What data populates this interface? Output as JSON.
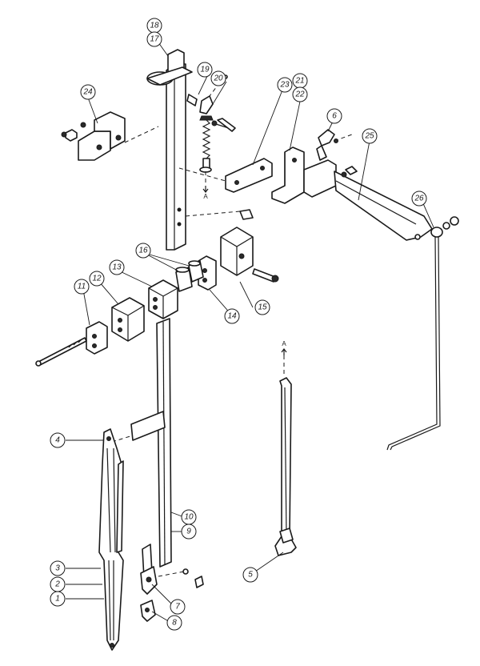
{
  "diagram": {
    "part_numbers": [
      "1",
      "2",
      "3",
      "4",
      "5",
      "6",
      "7",
      "8",
      "9",
      "10",
      "11",
      "12",
      "13",
      "14",
      "15",
      "16",
      "17",
      "18",
      "19",
      "20",
      "21",
      "22",
      "23",
      "24",
      "25",
      "26"
    ],
    "reference_marks": [
      "A",
      "A"
    ]
  }
}
